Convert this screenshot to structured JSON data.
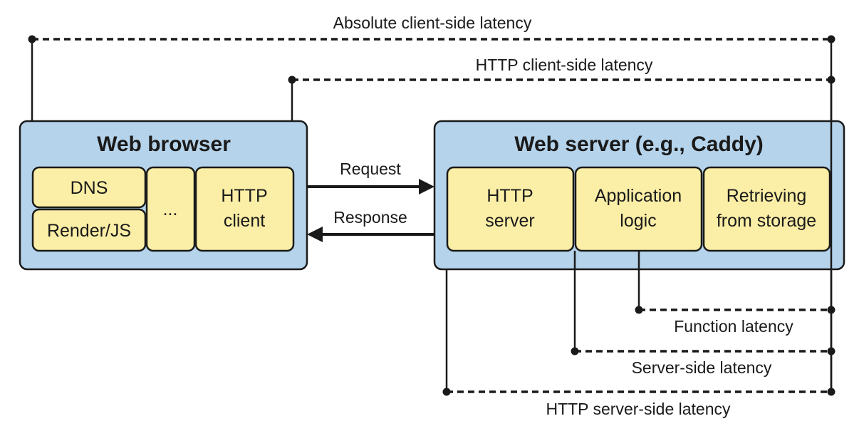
{
  "browser": {
    "title": "Web browser",
    "components": {
      "dns": "DNS",
      "render": "Render/JS",
      "ellipsis": "...",
      "http_client_line1": "HTTP",
      "http_client_line2": "client"
    }
  },
  "server": {
    "title": "Web server (e.g., Caddy)",
    "components": {
      "http_server_line1": "HTTP",
      "http_server_line2": "server",
      "app_logic_line1": "Application",
      "app_logic_line2": "logic",
      "storage_line1": "Retrieving",
      "storage_line2": "from storage"
    }
  },
  "arrows": {
    "request": "Request",
    "response": "Response"
  },
  "latencies": {
    "absolute_client": "Absolute client-side latency",
    "http_client": "HTTP client-side latency",
    "function": "Function latency",
    "server_side": "Server-side latency",
    "http_server": "HTTP server-side latency"
  },
  "colors": {
    "container_fill": "#b5d3ea",
    "component_fill": "#fbeea6",
    "stroke": "#1a1a1a"
  }
}
